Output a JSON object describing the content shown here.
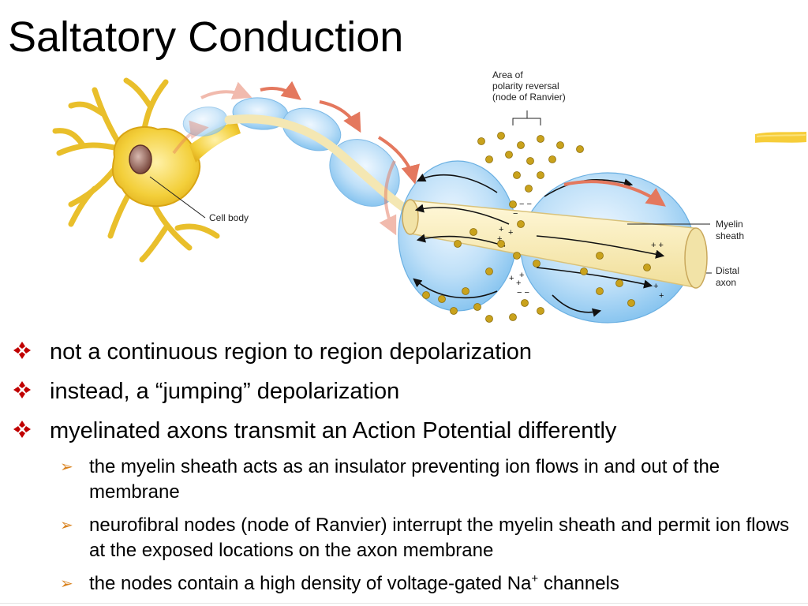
{
  "slide": {
    "title": "Saltatory Conduction",
    "accent_color": "#c00000",
    "sub_bullet_color": "#e07b1c"
  },
  "figure": {
    "labels": {
      "area_line1": "Area of",
      "area_line2": "polarity reversal",
      "area_line3": "(node of Ranvier)",
      "cell_body": "Cell body",
      "myelin_line1": "Myelin",
      "myelin_line2": "sheath",
      "distal_line1": "Distal",
      "distal_line2": "axon"
    }
  },
  "bullets": [
    {
      "text": "not a continuous region to region depolarization",
      "icon": "diamond-bullet-icon"
    },
    {
      "text": "instead, a “jumping” depolarization",
      "icon": "diamond-bullet-icon"
    },
    {
      "text": "myelinated axons transmit an Action Potential differently",
      "icon": "diamond-bullet-icon"
    }
  ],
  "sub_bullets": [
    {
      "text": "the myelin sheath acts as an insulator preventing ion flows in and out of the membrane",
      "icon": "arrow-bullet-icon"
    },
    {
      "text": "neurofibral nodes (node of Ranvier) interrupt the myelin sheath and permit ion flows at the exposed locations on the axon membrane",
      "icon": "arrow-bullet-icon"
    },
    {
      "text_before": "the nodes contain a high density of voltage-gated Na",
      "superscript": "+",
      "text_after": " channels",
      "icon": "arrow-bullet-icon"
    }
  ]
}
